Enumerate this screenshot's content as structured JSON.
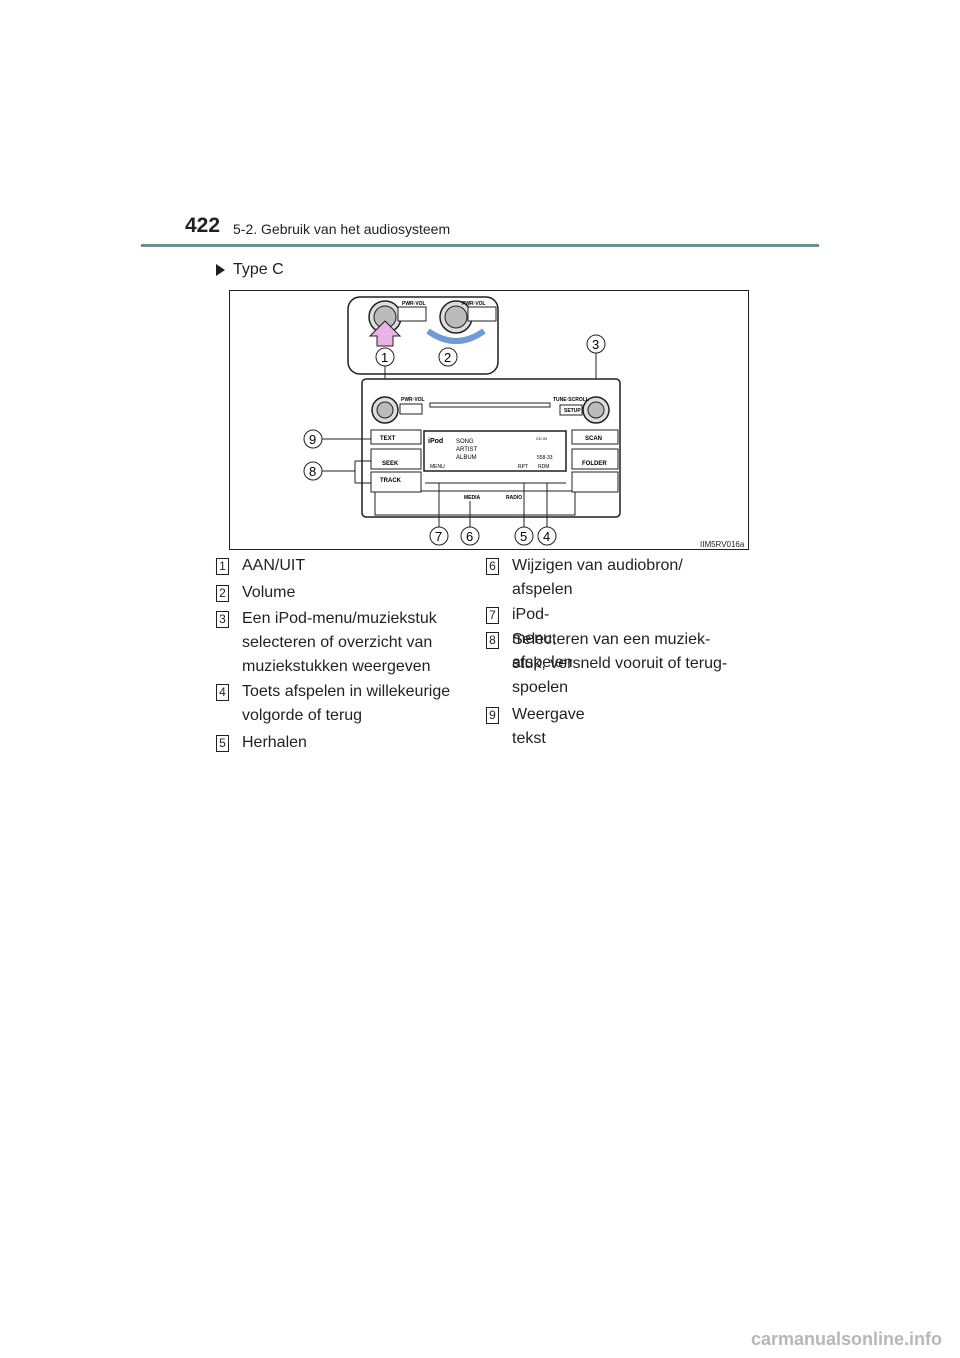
{
  "header": {
    "page_number": "422",
    "section": "5-2. Gebruik van het audiosysteem"
  },
  "subheading": "Type C",
  "figure": {
    "image_id_label": "IIM5RV016a",
    "callouts": [
      "1",
      "2",
      "3",
      "4",
      "5",
      "6",
      "7",
      "8",
      "9"
    ],
    "buttons": {
      "pwr_vol": "PWR·VOL",
      "tune_scroll": "TUNE·SCROLL",
      "setup": "SETUP",
      "text": "TEXT",
      "seek": "SEEK",
      "track": "TRACK",
      "scan": "SCAN",
      "folder": "FOLDER",
      "media": "MEDIA",
      "radio": "RADIO"
    },
    "screen": {
      "ipod": "iPod",
      "song": "SONG",
      "artist": "ARTIST",
      "album": "ALBUM",
      "menu": "MENU",
      "rpt": "RPT",
      "rdm": "RDM",
      "time": "558-33",
      "cd_in": "CD IN"
    }
  },
  "legend_left": [
    {
      "num": "1",
      "lines": [
        "AAN/UIT"
      ]
    },
    {
      "num": "2",
      "lines": [
        "Volume"
      ]
    },
    {
      "num": "3",
      "lines": [
        "Een iPod-menu/muziekstuk",
        "selecteren of overzicht van",
        "muziekstukken weergeven"
      ]
    },
    {
      "num": "4",
      "lines": [
        "Toets afspelen in willekeurige",
        "volgorde of terug"
      ]
    },
    {
      "num": "5",
      "lines": [
        "Herhalen"
      ]
    }
  ],
  "legend_right": [
    {
      "num": "6",
      "lines": [
        "Wijzigen van audiobron/",
        "afspelen"
      ]
    },
    {
      "num": "7",
      "lines": [
        "iPod-menu, afspelen"
      ]
    },
    {
      "num": "8",
      "lines": [
        "Selecteren van een muziek-",
        "stuk, versneld vooruit of terug-",
        "spoelen"
      ]
    },
    {
      "num": "9",
      "lines": [
        "Weergave tekst"
      ]
    }
  ],
  "footer": "carmanualsonline.info"
}
